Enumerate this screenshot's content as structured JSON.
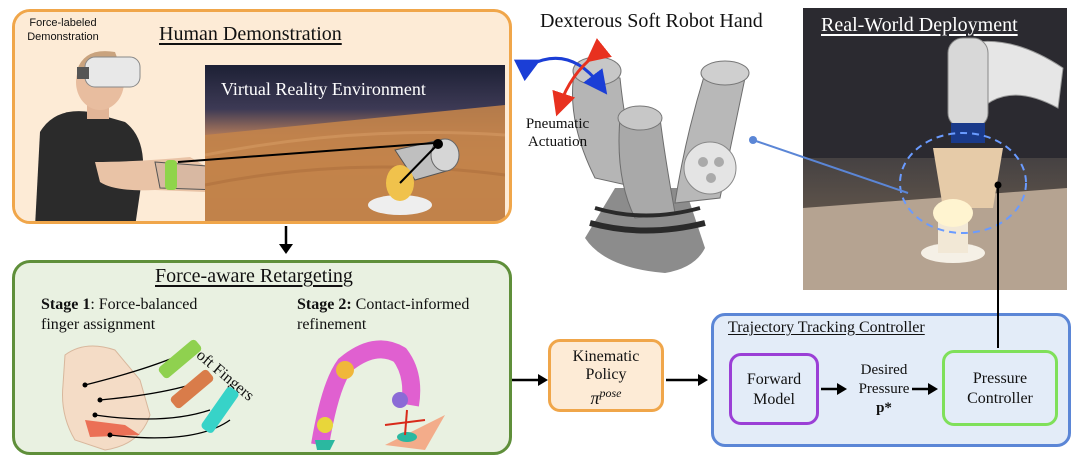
{
  "human_demo": {
    "title": "Human Demonstration",
    "caption_line1": "Force-labeled",
    "caption_line2": "Demonstration",
    "vr_label": "Virtual Reality Environment"
  },
  "robot_hand": {
    "title": "Dexterous Soft Robot Hand",
    "actuation_line1": "Pneumatic",
    "actuation_line2": "Actuation"
  },
  "deployment": {
    "title": "Real-World Deployment"
  },
  "retargeting": {
    "title": "Force-aware Retargeting",
    "stage1_bold": "Stage 1",
    "stage1_rest": ": Force-balanced",
    "stage1_line2": "finger assignment",
    "stage2_bold": "Stage 2:",
    "stage2_rest": " Contact-informed",
    "stage2_line2": "refinement",
    "soft_fingers": "Soft Fingers"
  },
  "policy": {
    "line1": "Kinematic",
    "line2": "Policy",
    "symbol": "π",
    "superscript": "pose"
  },
  "controller": {
    "title": "Trajectory Tracking Controller",
    "forward_line1": "Forward",
    "forward_line2": "Model",
    "desired_line1": "Desired",
    "desired_line2": "Pressure",
    "desired_symbol": "p*",
    "pressure_line1": "Pressure",
    "pressure_line2": "Controller"
  },
  "colors": {
    "orange_border": "#f0a64a",
    "orange_fill": "#fdebd6",
    "green_border": "#5f8f3a",
    "green_fill": "#e9f1e1",
    "blue_border": "#5b86d6",
    "blue_fill": "#e3ecf8",
    "purple_border": "#9b3fd6",
    "lime_border": "#7fe05a"
  }
}
